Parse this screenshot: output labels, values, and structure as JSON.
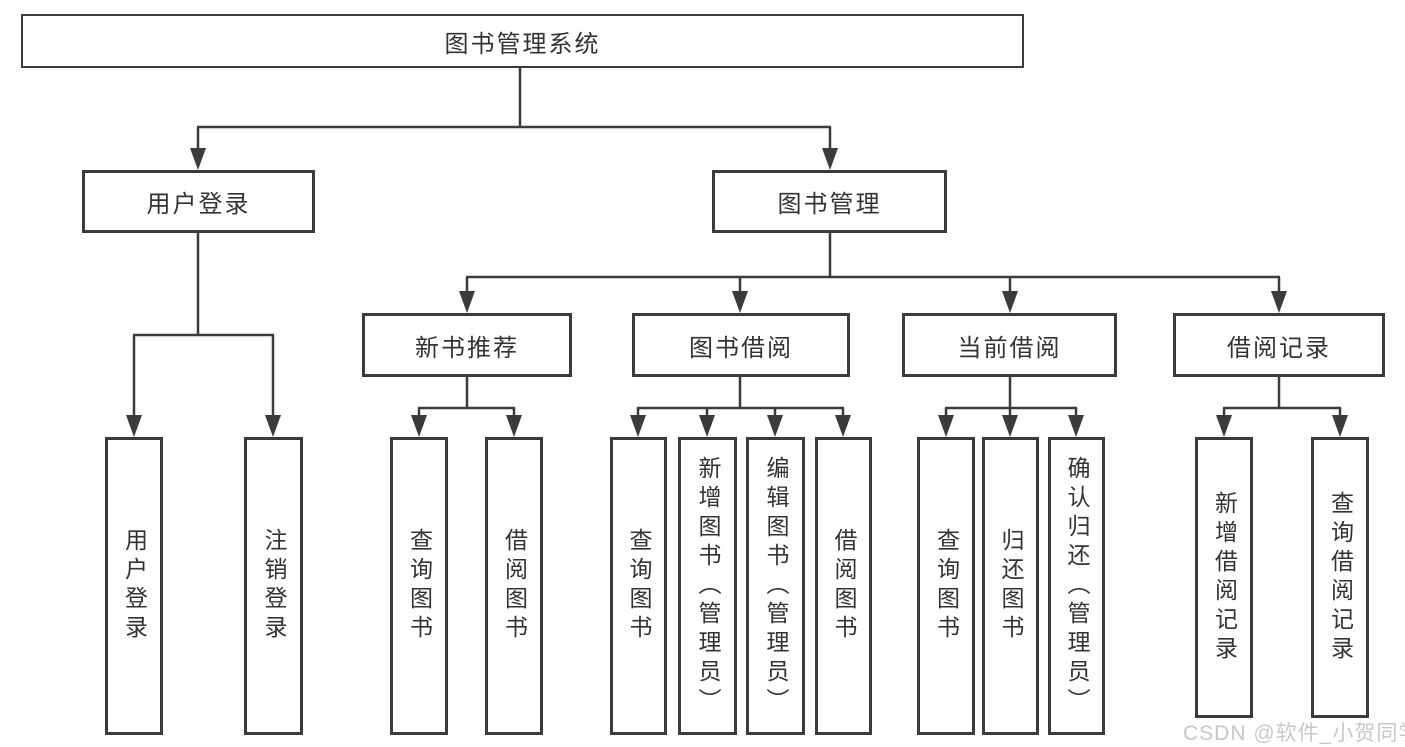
{
  "diagram": {
    "title": "图书管理系统",
    "children": [
      {
        "label": "用户登录",
        "children": [
          {
            "label": "用户登录"
          },
          {
            "label": "注销登录"
          }
        ]
      },
      {
        "label": "图书管理",
        "children": [
          {
            "label": "新书推荐",
            "children": [
              {
                "label": "查询图书"
              },
              {
                "label": "借阅图书"
              }
            ]
          },
          {
            "label": "图书借阅",
            "children": [
              {
                "label": "查询图书"
              },
              {
                "label": "新增图书（管理员）"
              },
              {
                "label": "编辑图书（管理员）"
              },
              {
                "label": "借阅图书"
              }
            ]
          },
          {
            "label": "当前借阅",
            "children": [
              {
                "label": "查询图书"
              },
              {
                "label": "归还图书"
              },
              {
                "label": "确认归还（管理员）"
              }
            ]
          },
          {
            "label": "借阅记录",
            "children": [
              {
                "label": "新增借阅记录"
              },
              {
                "label": "查询借阅记录"
              }
            ]
          }
        ]
      }
    ]
  },
  "watermark": {
    "text": "CSDN @软件_小贺同学",
    "color": "#c8c8c8"
  },
  "colors": {
    "line": "#3b3b3b",
    "text": "#333333",
    "background": "#ffffff"
  }
}
